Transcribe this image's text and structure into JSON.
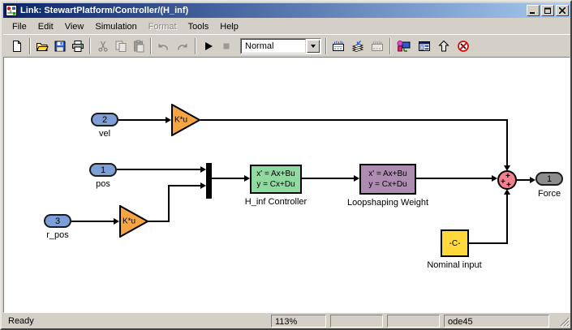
{
  "window": {
    "title": "Link: StewartPlatform/Controller/(H_inf)"
  },
  "menu": {
    "items": [
      {
        "label": "File",
        "enabled": true
      },
      {
        "label": "Edit",
        "enabled": true
      },
      {
        "label": "View",
        "enabled": true
      },
      {
        "label": "Simulation",
        "enabled": true
      },
      {
        "label": "Format",
        "enabled": false
      },
      {
        "label": "Tools",
        "enabled": true
      },
      {
        "label": "Help",
        "enabled": true
      }
    ]
  },
  "toolbar": {
    "mode_value": "Normal",
    "icons": [
      {
        "name": "new-icon",
        "enabled": true
      },
      {
        "name": "open-icon",
        "enabled": true
      },
      {
        "name": "save-icon",
        "enabled": true
      },
      {
        "name": "print-icon",
        "enabled": true
      },
      {
        "name": "cut-icon",
        "enabled": false
      },
      {
        "name": "copy-icon",
        "enabled": false
      },
      {
        "name": "paste-icon",
        "enabled": false
      },
      {
        "name": "undo-icon",
        "enabled": false
      },
      {
        "name": "redo-icon",
        "enabled": false
      },
      {
        "name": "start-simulation-icon",
        "enabled": true
      },
      {
        "name": "stop-simulation-icon",
        "enabled": false
      },
      {
        "name": "update-diagram-icon",
        "enabled": true
      },
      {
        "name": "build-stack-icon",
        "enabled": true
      },
      {
        "name": "incremental-build-icon",
        "enabled": false
      },
      {
        "name": "library-browser-icon",
        "enabled": true
      },
      {
        "name": "model-browser-icon",
        "enabled": true
      },
      {
        "name": "go-to-parent-icon",
        "enabled": true
      },
      {
        "name": "debug-icon",
        "enabled": true
      }
    ]
  },
  "diagram": {
    "blocks": {
      "inport_vel": {
        "port": "2",
        "name": "vel"
      },
      "inport_pos": {
        "port": "1",
        "name": "pos"
      },
      "inport_r_pos": {
        "port": "3",
        "name": "r_pos"
      },
      "gain_vel": {
        "display": "K*u"
      },
      "gain_r_pos": {
        "display": "K*u"
      },
      "h_inf_controller": {
        "eq1": "x' = Ax+Bu",
        "eq2": "y = Cx+Du",
        "name": "H_inf Controller"
      },
      "loopshaping_weight": {
        "eq1": "x' = Ax+Bu",
        "eq2": "y = Cx+Du",
        "name": "Loopshaping Weight"
      },
      "nominal_input": {
        "display": "-C-",
        "name": "Nominal input"
      },
      "sum": {
        "signs": [
          "+",
          "+",
          "+"
        ]
      },
      "outport_force": {
        "port": "1",
        "name": "Force"
      }
    }
  },
  "statusbar": {
    "status": "Ready",
    "zoom_level": "113%",
    "panel2": "",
    "panel3": "",
    "solver": "ode45"
  },
  "colors": {
    "chrome": "#d4d0c8",
    "titlebar-start": "#0a246a",
    "titlebar-end": "#a6caf0",
    "inport": "#7d9ed6",
    "outport": "#8c8c8c",
    "gain": "#f7a543",
    "statespace-green": "#90d9a0",
    "statespace-purple": "#ae8cb2",
    "constant": "#ffd83c",
    "sum": "#f2808f"
  }
}
